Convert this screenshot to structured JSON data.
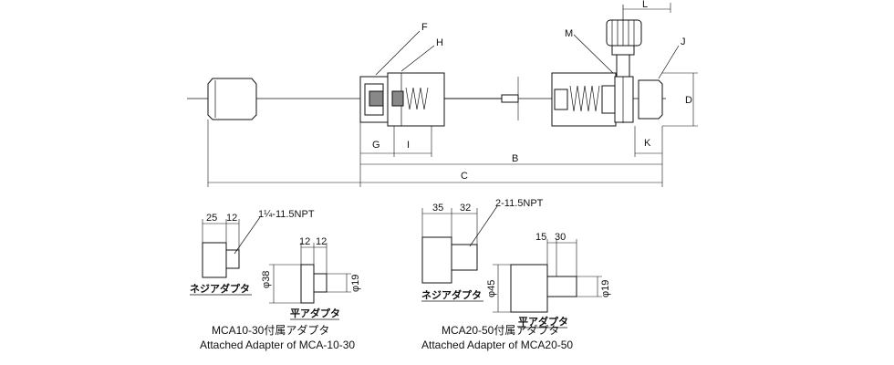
{
  "main_view": {
    "labels": {
      "F": "F",
      "H": "H",
      "M": "M",
      "J": "J",
      "L": "L",
      "D": "D",
      "G": "G",
      "I": "I",
      "K": "K",
      "B": "B",
      "C": "C"
    }
  },
  "adapter_10_30": {
    "dims": {
      "d1": "25",
      "d2": "12",
      "d3": "12",
      "d4": "12"
    },
    "thread": "1¼-11.5NPT",
    "phi_large": "φ38",
    "phi_small": "φ19",
    "screw_label": "ネジアダプタ",
    "flat_label": "平アダプタ",
    "caption_jp": "MCA10-30付属アダプタ",
    "caption_en": "Attached Adapter of MCA-10-30"
  },
  "adapter_20_50": {
    "dims": {
      "d1": "35",
      "d2": "32",
      "d3": "15",
      "d4": "30"
    },
    "thread": "2-11.5NPT",
    "phi_large": "φ45",
    "phi_small": "φ19",
    "screw_label": "ネジアダプタ",
    "flat_label": "平アダプタ",
    "caption_jp": "MCA20-50付属アダプタ",
    "caption_en": "Attached Adapter of MCA20-50"
  }
}
